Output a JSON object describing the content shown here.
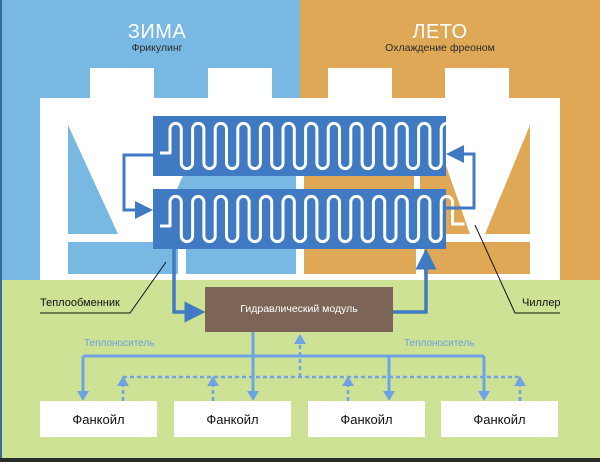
{
  "colors": {
    "winter_bg": "#78b8e2",
    "summer_bg": "#dea856",
    "ground_bg": "#cde295",
    "machine": "#ffffff",
    "coil": "#3f7ac2",
    "pipe": "#4b84cd",
    "return_pipe": "#6fa3e6",
    "hydraulic_module": "#7c6456",
    "fancoil": "#ffffff"
  },
  "winter": {
    "title": "ЗИМА",
    "subtitle": "Фрикулинг"
  },
  "summer": {
    "title": "ЛЕТО",
    "subtitle": "Охлаждение фреоном"
  },
  "callouts": {
    "heat_exchanger": "Теплообменник",
    "chiller": "Чиллер"
  },
  "hydraulic_module": {
    "label": "Гидравлический модуль"
  },
  "heat_carrier": {
    "left": "Теплоноситель",
    "right": "Теплоноситель"
  },
  "fancoils": [
    {
      "label": "Фанкойл"
    },
    {
      "label": "Фанкойл"
    },
    {
      "label": "Фанкойл"
    },
    {
      "label": "Фанкойл"
    }
  ]
}
